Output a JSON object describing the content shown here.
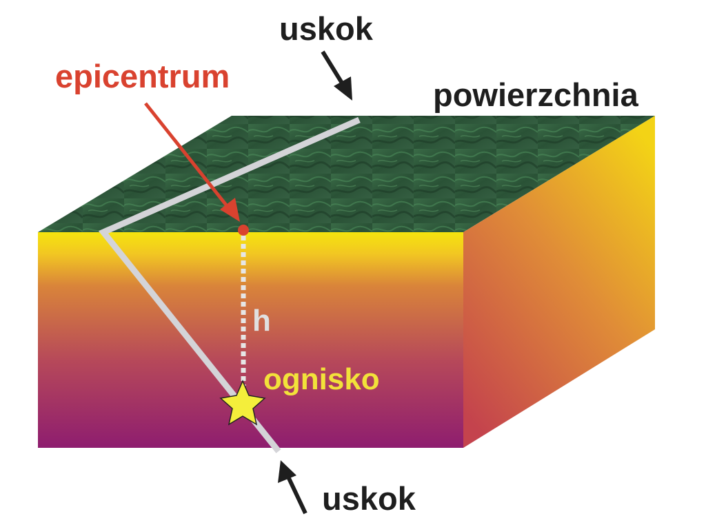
{
  "labels": {
    "fault_top": "uskok",
    "epicenter": "epicentrum",
    "surface": "powierzchnia",
    "depth": "h",
    "focus": "ognisko",
    "fault_bottom": "uskok"
  },
  "colors": {
    "epicenter_label": "#d9422f",
    "focus_label": "#f2e23a",
    "text": "#1e1e1e",
    "fault_line": "#d4d4d8",
    "surface_base": "#2e5a3c",
    "block_top": "#f5e40e",
    "block_bottom": "#8e1d6f",
    "side_top": "#f0c419",
    "side_bottom": "#c64a4a"
  }
}
